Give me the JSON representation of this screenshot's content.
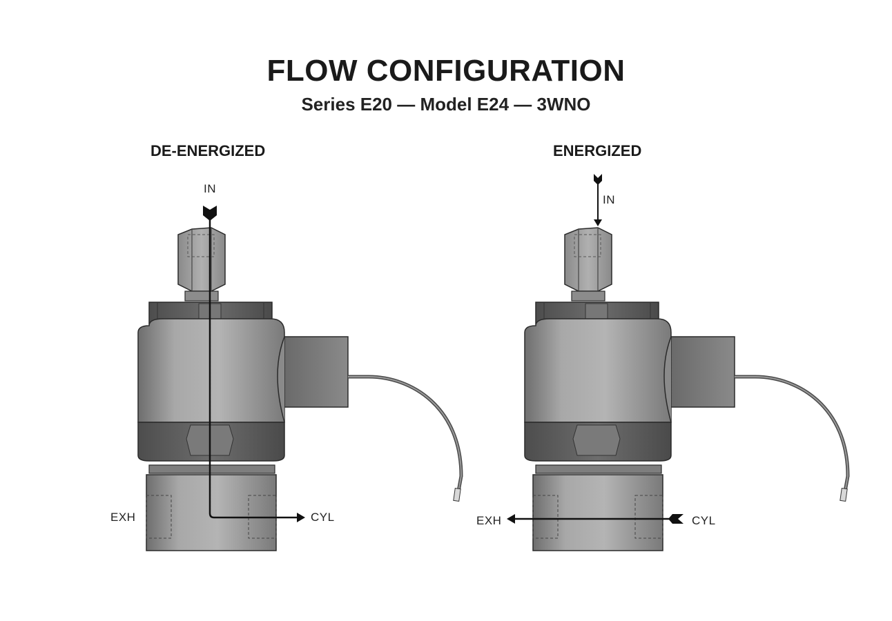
{
  "header": {
    "title": "FLOW CONFIGURATION",
    "subtitle": "Series E20 — Model E24 — 3WNO"
  },
  "panels": [
    {
      "state": "DE-ENERGIZED",
      "ports": {
        "in": "IN",
        "exh": "EXH",
        "cyl": "CYL"
      },
      "flow": "IN → CYL"
    },
    {
      "state": "ENERGIZED",
      "ports": {
        "in": "IN",
        "exh": "EXH",
        "cyl": "CYL"
      },
      "flow": "CYL → EXH"
    }
  ],
  "colors": {
    "body_light": "#a9a9a9",
    "body_mid": "#8e8e8e",
    "body_dark": "#5f5f5f",
    "outline": "#2a2a2a",
    "arrow": "#111111",
    "background": "#ffffff"
  }
}
